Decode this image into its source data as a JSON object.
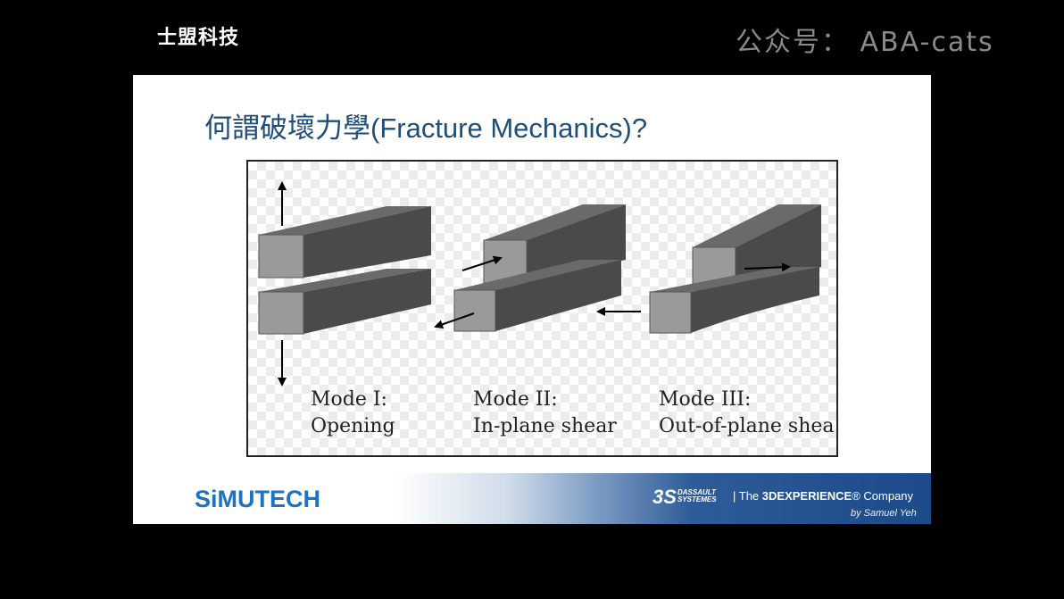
{
  "watermark": {
    "left": "士盟科技",
    "right": "公众号： ABA-cats"
  },
  "slide": {
    "title": "何謂破壞力學(Fracture Mechanics)?",
    "modes": [
      {
        "name": "Mode I:",
        "desc": "Opening"
      },
      {
        "name": "Mode II:",
        "desc": "In-plane shear"
      },
      {
        "name": "Mode III:",
        "desc": "Out-of-plane shea"
      }
    ],
    "footer": {
      "logo": "SiMUTECH",
      "ds_mark": "3S",
      "ds_name": "DASSAULT SYSTEMES",
      "ds_tagline_prefix": "| The ",
      "ds_tagline_bold": "3DEXPERIENCE",
      "ds_tagline_suffix": "® Company",
      "byline": "by Samuel Yeh"
    }
  },
  "colors": {
    "title": "#1f4e79",
    "block_face": "#9a9a9a",
    "block_top": "#6a6a6a",
    "block_side": "#4a4a4a",
    "logo": "#1a73c4",
    "footer_blue": "#1c4a8a"
  }
}
